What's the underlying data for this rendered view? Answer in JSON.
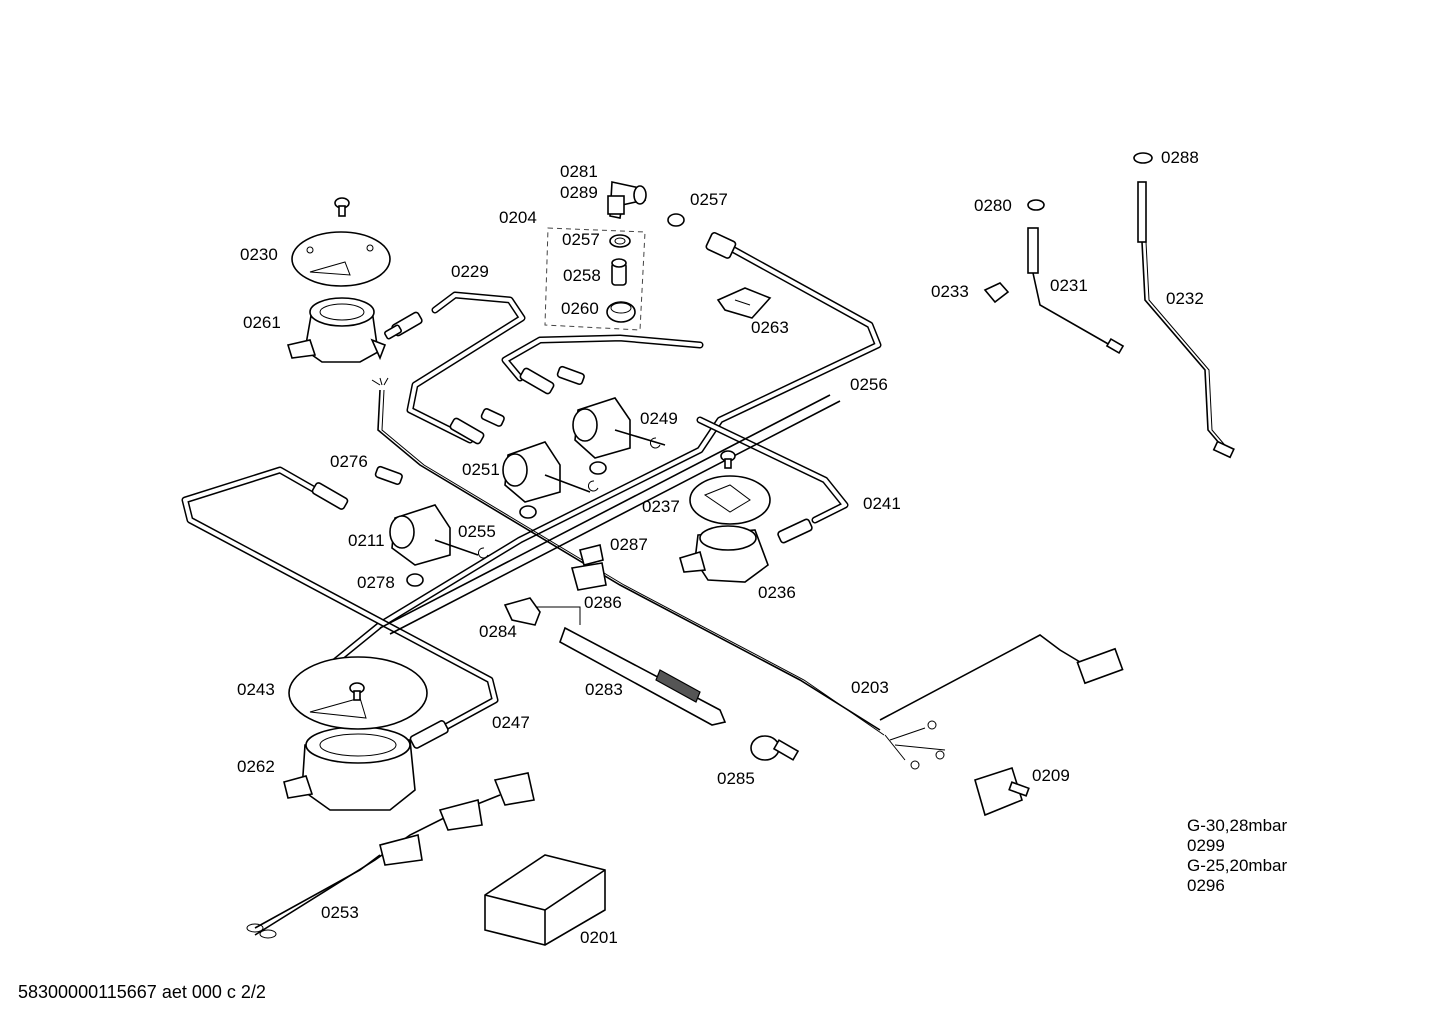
{
  "labels": {
    "p0281": "0281",
    "p0289": "0289",
    "p0204": "0204",
    "p0257a": "0257",
    "p0257b": "0257",
    "p0258": "0258",
    "p0260": "0260",
    "p0230": "0230",
    "p0229": "0229",
    "p0261": "0261",
    "p0263": "0263",
    "p0256": "0256",
    "p0249": "0249",
    "p0276": "0276",
    "p0251": "0251",
    "p0237": "0237",
    "p0241": "0241",
    "p0211": "0211",
    "p0255": "0255",
    "p0287": "0287",
    "p0278": "0278",
    "p0286": "0286",
    "p0236": "0236",
    "p0284": "0284",
    "p0243": "0243",
    "p0283": "0283",
    "p0203": "0203",
    "p0247": "0247",
    "p0262": "0262",
    "p0285": "0285",
    "p0209": "0209",
    "p0253": "0253",
    "p0201": "0201",
    "p0288": "0288",
    "p0280": "0280",
    "p0233": "0233",
    "p0231": "0231",
    "p0232": "0232"
  },
  "notes": {
    "gas1": "G-30,28mbar",
    "gas1_code": "0299",
    "gas2": "G-25,20mbar",
    "gas2_code": "0296"
  },
  "footer": {
    "drawing_id": "58300000115667 aet 000 c 2/2"
  },
  "icons": [
    "screw-icon",
    "burner-icon",
    "valve-icon",
    "injector-icon",
    "washer-icon",
    "thermocouple-icon",
    "connector-icon",
    "switch-icon",
    "igniter-module-icon"
  ],
  "colors": {
    "line": "#000000",
    "background": "#ffffff"
  }
}
